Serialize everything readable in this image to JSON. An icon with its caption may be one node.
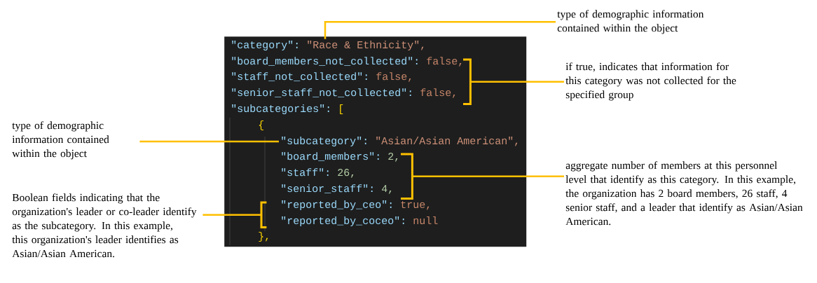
{
  "diagram": {
    "nodes": [
      {
        "text": [],
        "shape": "box"
      },
      {
        "text": [
          "\"category\":",
          "\"Race & Ethnicity\","
        ],
        "in": 0
      },
      {
        "text": [
          "\"board_members_not_collected\":",
          "false,"
        ],
        "in": 0
      },
      {
        "text": [
          "\"staff_not_collected\":",
          "false,"
        ],
        "in": 0
      },
      {
        "text": [
          "\"senior_staff_not_collected\":",
          "false,"
        ],
        "in": 0
      },
      {
        "text": [
          "\"subcategories\":",
          "["
        ],
        "in": 0
      },
      {
        "text": [
          "{"
        ],
        "in": 0
      },
      {
        "text": [
          "\"subcategory\":",
          "\"Asian/Asian American\","
        ],
        "in": 0
      },
      {
        "text": [
          "\"board_members\":",
          "2,"
        ],
        "in": 0
      },
      {
        "text": [
          "\"staff\":",
          "26,"
        ],
        "in": 0
      },
      {
        "text": [
          "\"senior_staff\":",
          "4,"
        ],
        "in": 0
      },
      {
        "text": [
          "\"reported_by_ceo\":",
          "true,"
        ],
        "in": 0
      },
      {
        "text": [
          "\"reported_by_coceo\":",
          "null"
        ],
        "in": 0
      },
      {
        "text": [
          "},"
        ],
        "in": 0
      },
      {
        "text": [],
        "shape": "bracket",
        "in": 0
      },
      {
        "text": [],
        "shape": "bracket",
        "in": 0
      },
      {
        "text": [],
        "shape": "bracket",
        "in": 0
      },
      {
        "text": [
          "type of demographic information contained within the object"
        ]
      },
      {
        "text": [
          "if true, indicates that information for this category was not collected for the specified group"
        ]
      },
      {
        "text": [
          "type of demographic information contained within the object"
        ]
      },
      {
        "text": [
          "aggregate number of members at this personnel level that identify as this category. In this example, the organization has 2 board members, 26 staff, 4 senior staff, and a leader that identify as Asian/Asian American."
        ]
      },
      {
        "text": [
          "Boolean fields indicating that the organization's leader or co-leader identify as the subcategory. In this example, this organization's leader identifies as Asian/Asian American."
        ]
      }
    ],
    "edges": [
      {
        "from": 17,
        "to": 1,
        "arrow": "none"
      },
      {
        "from": 18,
        "to": 14,
        "arrow": "none"
      },
      {
        "from": 19,
        "to": 7,
        "arrow": "none"
      },
      {
        "from": 20,
        "to": 15,
        "arrow": "none"
      },
      {
        "from": 21,
        "to": 16,
        "arrow": "none"
      }
    ]
  }
}
